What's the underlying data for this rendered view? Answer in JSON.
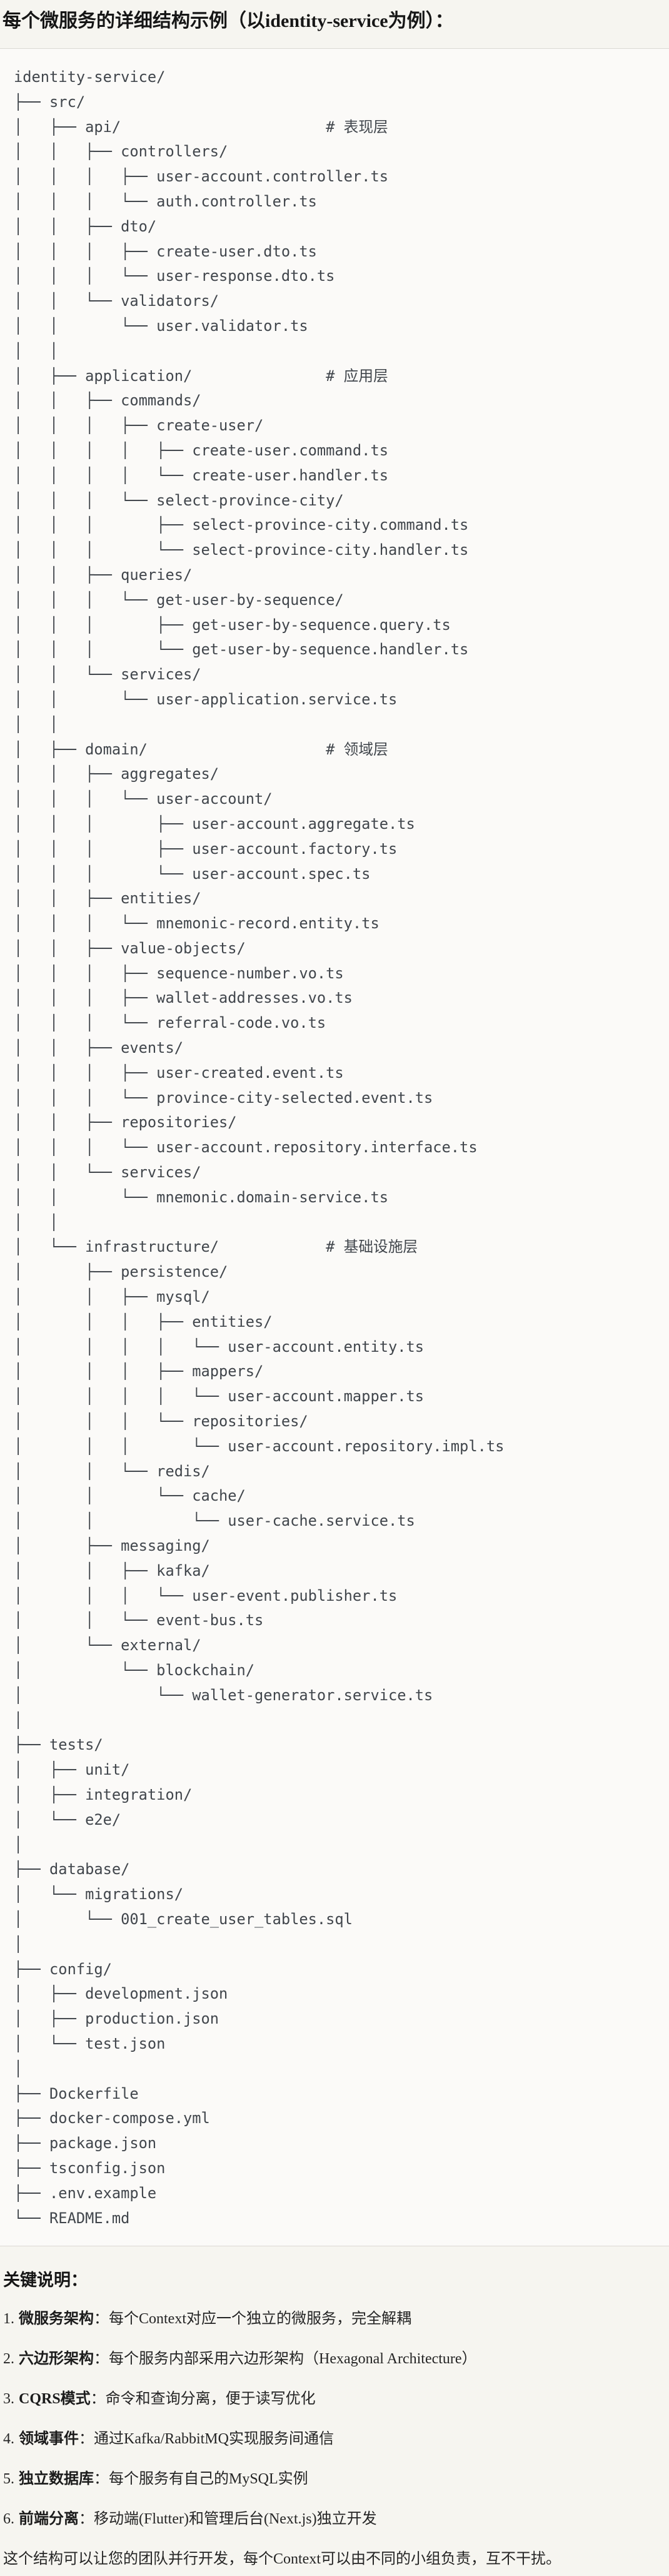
{
  "page": {
    "title": "每个微服务的详细结构示例（以identity-service为例）："
  },
  "colors": {
    "page_bg": "#f6f5f0",
    "code_bg": "#fbfaf8",
    "code_border": "#dbd9d4",
    "code_text": "#41464c",
    "heading_text": "#161616"
  },
  "tree": {
    "lines": [
      "identity-service/",
      "├── src/",
      "│   ├── api/                       # 表现层",
      "│   │   ├── controllers/",
      "│   │   │   ├── user-account.controller.ts",
      "│   │   │   └── auth.controller.ts",
      "│   │   ├── dto/",
      "│   │   │   ├── create-user.dto.ts",
      "│   │   │   └── user-response.dto.ts",
      "│   │   └── validators/",
      "│   │       └── user.validator.ts",
      "│   │",
      "│   ├── application/               # 应用层",
      "│   │   ├── commands/",
      "│   │   │   ├── create-user/",
      "│   │   │   │   ├── create-user.command.ts",
      "│   │   │   │   └── create-user.handler.ts",
      "│   │   │   └── select-province-city/",
      "│   │   │       ├── select-province-city.command.ts",
      "│   │   │       └── select-province-city.handler.ts",
      "│   │   ├── queries/",
      "│   │   │   └── get-user-by-sequence/",
      "│   │   │       ├── get-user-by-sequence.query.ts",
      "│   │   │       └── get-user-by-sequence.handler.ts",
      "│   │   └── services/",
      "│   │       └── user-application.service.ts",
      "│   │",
      "│   ├── domain/                    # 领域层",
      "│   │   ├── aggregates/",
      "│   │   │   └── user-account/",
      "│   │   │       ├── user-account.aggregate.ts",
      "│   │   │       ├── user-account.factory.ts",
      "│   │   │       └── user-account.spec.ts",
      "│   │   ├── entities/",
      "│   │   │   └── mnemonic-record.entity.ts",
      "│   │   ├── value-objects/",
      "│   │   │   ├── sequence-number.vo.ts",
      "│   │   │   ├── wallet-addresses.vo.ts",
      "│   │   │   └── referral-code.vo.ts",
      "│   │   ├── events/",
      "│   │   │   ├── user-created.event.ts",
      "│   │   │   └── province-city-selected.event.ts",
      "│   │   ├── repositories/",
      "│   │   │   └── user-account.repository.interface.ts",
      "│   │   └── services/",
      "│   │       └── mnemonic.domain-service.ts",
      "│   │",
      "│   └── infrastructure/            # 基础设施层",
      "│       ├── persistence/",
      "│       │   ├── mysql/",
      "│       │   │   ├── entities/",
      "│       │   │   │   └── user-account.entity.ts",
      "│       │   │   ├── mappers/",
      "│       │   │   │   └── user-account.mapper.ts",
      "│       │   │   └── repositories/",
      "│       │   │       └── user-account.repository.impl.ts",
      "│       │   └── redis/",
      "│       │       └── cache/",
      "│       │           └── user-cache.service.ts",
      "│       ├── messaging/",
      "│       │   ├── kafka/",
      "│       │   │   └── user-event.publisher.ts",
      "│       │   └── event-bus.ts",
      "│       └── external/",
      "│           └── blockchain/",
      "│               └── wallet-generator.service.ts",
      "│",
      "├── tests/",
      "│   ├── unit/",
      "│   ├── integration/",
      "│   └── e2e/",
      "│",
      "├── database/",
      "│   └── migrations/",
      "│       └── 001_create_user_tables.sql",
      "│",
      "├── config/",
      "│   ├── development.json",
      "│   ├── production.json",
      "│   └── test.json",
      "│",
      "├── Dockerfile",
      "├── docker-compose.yml",
      "├── package.json",
      "├── tsconfig.json",
      "├── .env.example",
      "└── README.md"
    ]
  },
  "notes": {
    "heading": "关键说明：",
    "items": [
      {
        "num": "1.",
        "label": "微服务架构",
        "text": "：每个Context对应一个独立的微服务，完全解耦"
      },
      {
        "num": "2.",
        "label": "六边形架构",
        "text": "：每个服务内部采用六边形架构（Hexagonal Architecture）"
      },
      {
        "num": "3.",
        "label": "CQRS模式",
        "text": "：命令和查询分离，便于读写优化"
      },
      {
        "num": "4.",
        "label": "领域事件",
        "text": "：通过Kafka/RabbitMQ实现服务间通信"
      },
      {
        "num": "5.",
        "label": "独立数据库",
        "text": "：每个服务有自己的MySQL实例"
      },
      {
        "num": "6.",
        "label": "前端分离",
        "text": "：移动端(Flutter)和管理后台(Next.js)独立开发"
      }
    ],
    "footer": "这个结构可以让您的团队并行开发，每个Context可以由不同的小组负责，互不干扰。"
  }
}
